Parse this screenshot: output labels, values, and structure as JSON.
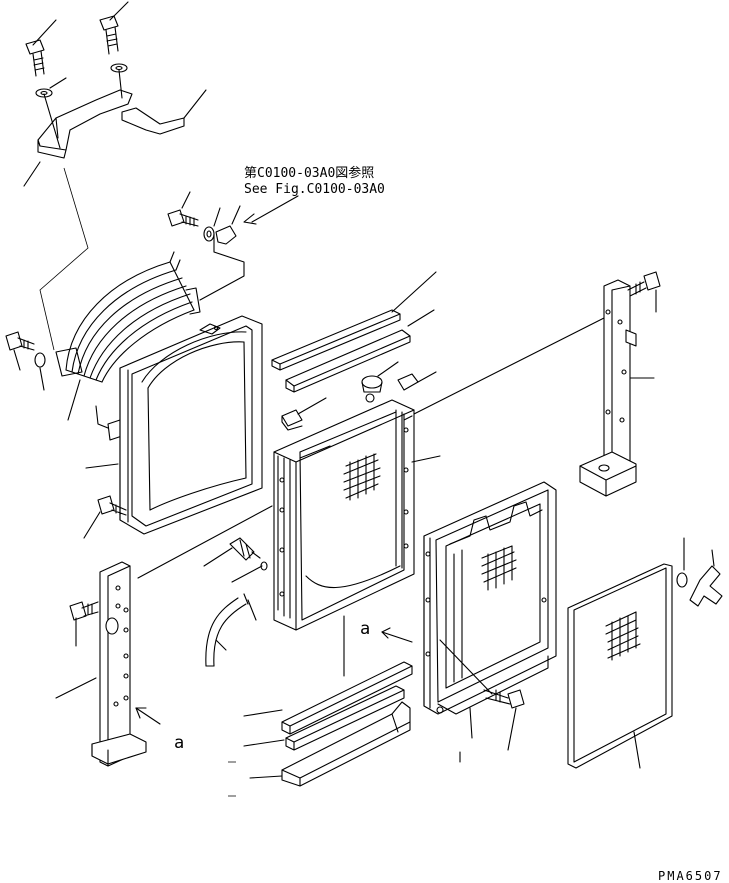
{
  "reference": {
    "japanese": "第C0100-03A0図参照",
    "english": "See Fig.C0100-03A0"
  },
  "callouts": {
    "a_upper": "a",
    "a_lower": "a"
  },
  "drawing_code": "PMA6507"
}
